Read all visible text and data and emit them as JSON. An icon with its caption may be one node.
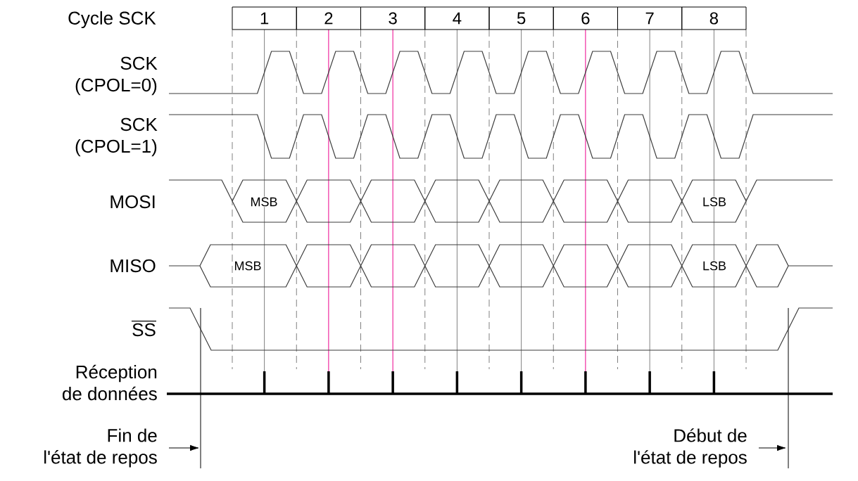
{
  "diagram": {
    "nodes": [
      {
        "text": [
          "1"
        ]
      },
      {
        "text": [
          "2"
        ]
      },
      {
        "text": [
          "3"
        ]
      },
      {
        "text": [
          "4"
        ]
      },
      {
        "text": [
          "5"
        ]
      },
      {
        "text": [
          "6"
        ]
      },
      {
        "text": [
          "7"
        ]
      },
      {
        "text": [
          "8"
        ]
      },
      {
        "text": [
          "Fin de l'état de repos"
        ]
      },
      {
        "text": [
          "Début de l'état de repos"
        ]
      }
    ],
    "edges": [
      {
        "from": 8,
        "to": null,
        "arrow": "to"
      },
      {
        "from": 9,
        "to": null,
        "arrow": "to"
      }
    ],
    "labels": [
      "Cycle SCK",
      "SCK (CPOL=0)",
      "SCK (CPOL=1)",
      "MOSI",
      "MSB",
      "LSB",
      "MISO",
      "MSB",
      "LSB",
      "SS",
      "Réception de données"
    ]
  }
}
